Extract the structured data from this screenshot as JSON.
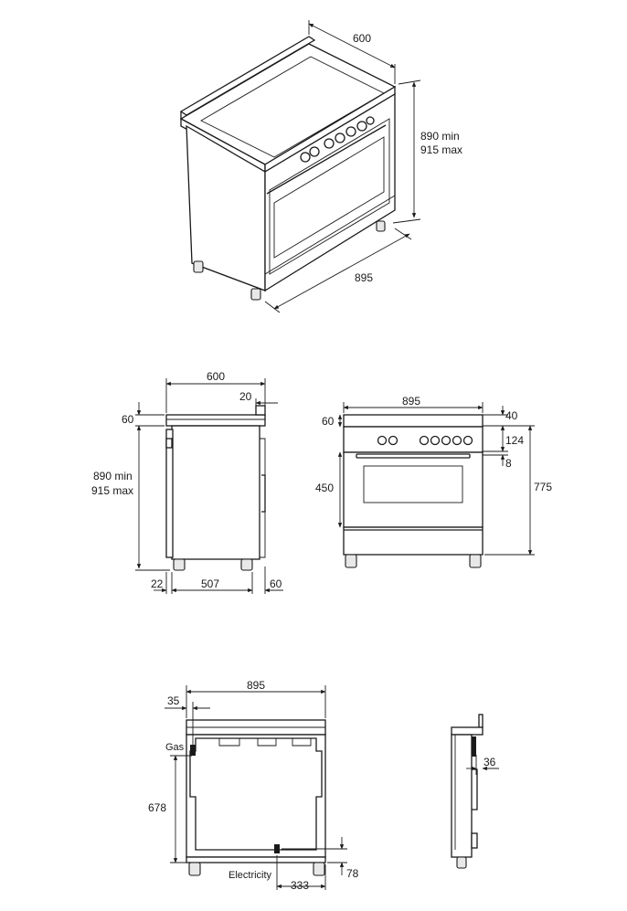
{
  "iso_view": {
    "depth": "600",
    "height_min": "890 min",
    "height_max": "915 max",
    "width": "895"
  },
  "side_view": {
    "depth": "600",
    "backguard": "20",
    "top": "60",
    "height_min": "890 min",
    "height_max": "915 max",
    "bottom_left": "22",
    "bottom_mid": "507",
    "bottom_right": "60"
  },
  "front_view": {
    "width": "895",
    "top": "60",
    "oven_height": "450",
    "right_a": "40",
    "right_b": "124",
    "right_c": "8",
    "right_total": "775"
  },
  "rear_view": {
    "width": "895",
    "offset": "35",
    "gas_label": "Gas",
    "gas_height": "678",
    "electricity_label": "Electricity",
    "elec_offset": "333",
    "elec_height": "78"
  },
  "small_side": {
    "depth": "36"
  }
}
